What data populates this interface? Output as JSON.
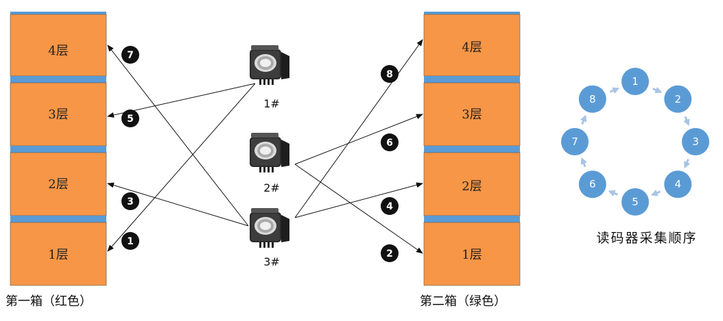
{
  "box1": {
    "caption": "第一箱（红色）",
    "layers": [
      "4层",
      "3层",
      "2层",
      "1层"
    ]
  },
  "box2": {
    "caption": "第二箱（绿色）",
    "layers": [
      "4层",
      "3层",
      "2层",
      "1层"
    ]
  },
  "cameras": [
    {
      "label": "1#",
      "icon": "barcode-reader-camera-icon"
    },
    {
      "label": "2#",
      "icon": "barcode-reader-camera-icon"
    },
    {
      "label": "3#",
      "icon": "barcode-reader-camera-icon"
    }
  ],
  "scan_paths": [
    {
      "step": "1",
      "camera": "1#",
      "box": "box1",
      "layer": "1层"
    },
    {
      "step": "2",
      "camera": "2#",
      "box": "box2",
      "layer": "1层"
    },
    {
      "step": "3",
      "camera": "3#",
      "box": "box1",
      "layer": "2层"
    },
    {
      "step": "4",
      "camera": "3#",
      "box": "box2",
      "layer": "2层"
    },
    {
      "step": "5",
      "camera": "1#",
      "box": "box1",
      "layer": "3层"
    },
    {
      "step": "6",
      "camera": "2#",
      "box": "box2",
      "layer": "3层"
    },
    {
      "step": "7",
      "camera": "3#",
      "box": "box1",
      "layer": "4层"
    },
    {
      "step": "8",
      "camera": "3#",
      "box": "box2",
      "layer": "4层"
    }
  ],
  "cycle": {
    "title": "读码器采集顺序",
    "steps": [
      "1",
      "2",
      "3",
      "4",
      "5",
      "6",
      "7",
      "8"
    ]
  },
  "colors": {
    "layer_fill": "#F79646",
    "separator": "#5B9BD5",
    "cycle_node": "#5B9BD5",
    "cycle_arrow": "#A9C4E4",
    "badge": "#111111"
  }
}
